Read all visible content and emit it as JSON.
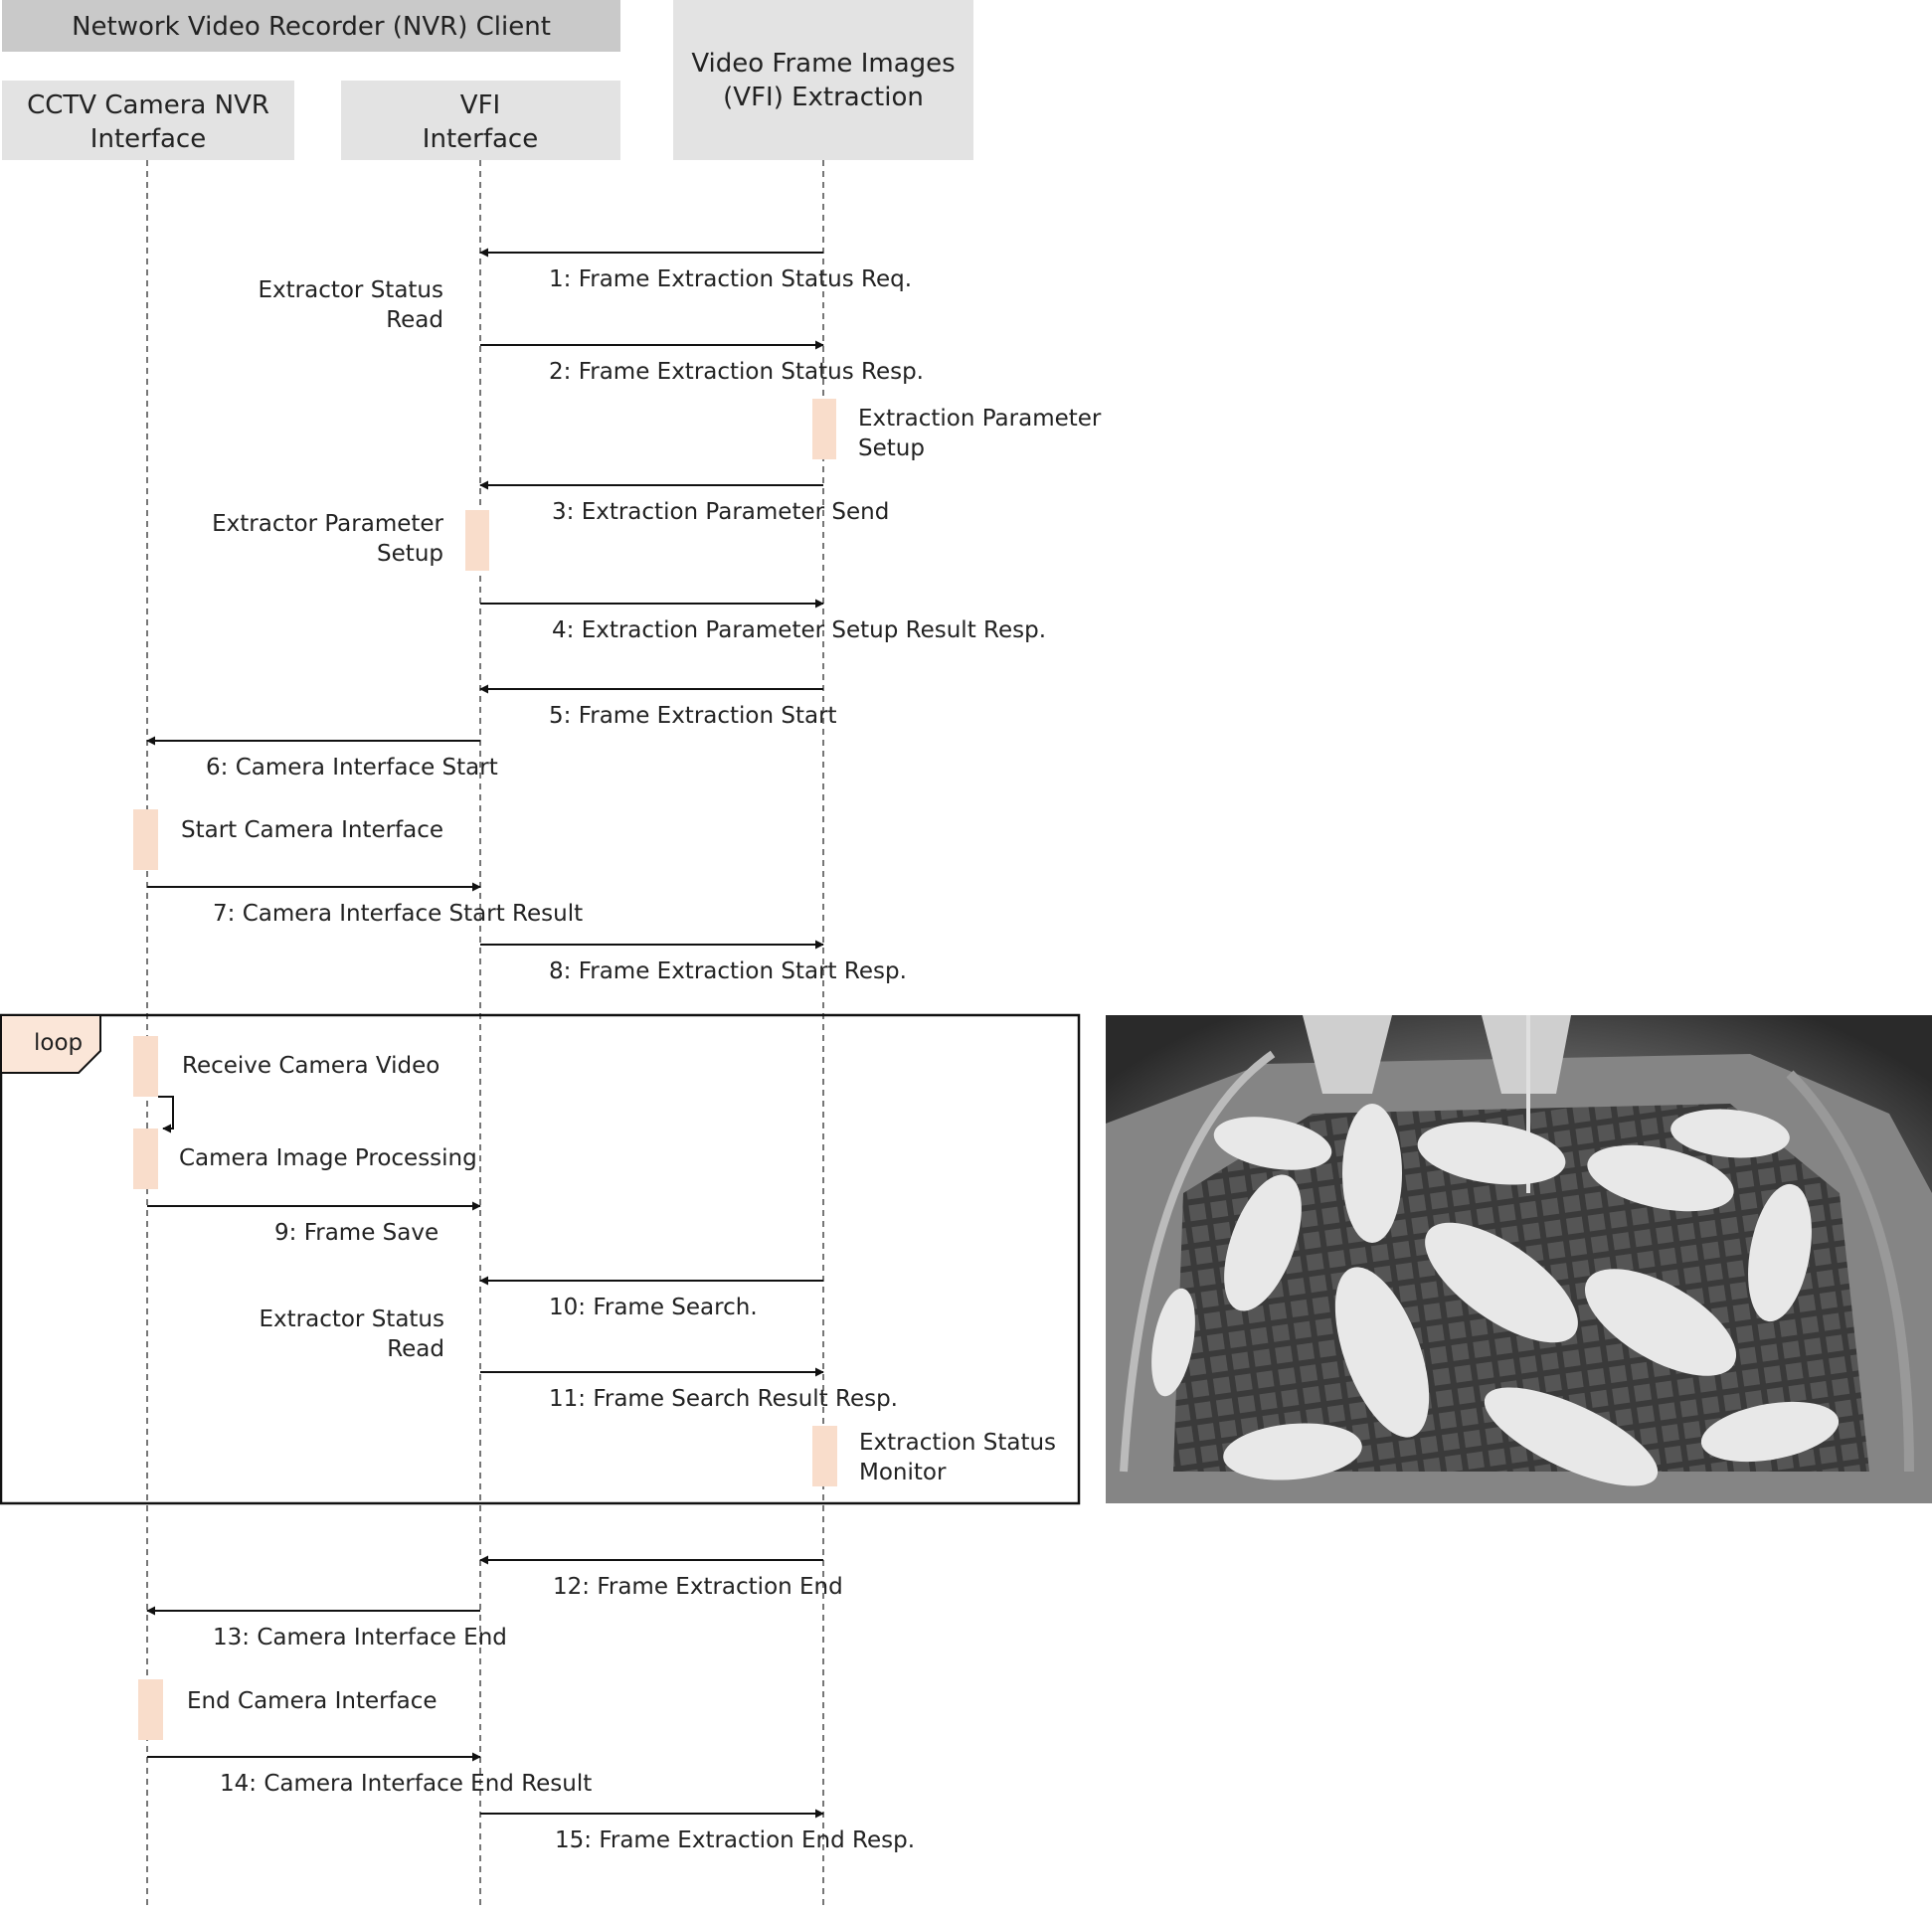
{
  "group_header": "Network Video Recorder (NVR) Client",
  "participants": [
    {
      "id": "cam",
      "lines": [
        "CCTV Camera NVR",
        "Interface"
      ]
    },
    {
      "id": "vfi",
      "lines": [
        "VFI",
        "Interface"
      ]
    },
    {
      "id": "ext",
      "lines": [
        "Video Frame Images",
        "(VFI) Extraction"
      ]
    }
  ],
  "messages": [
    {
      "from": "ext",
      "to": "vfi",
      "label": "1: Frame Extraction Status Req."
    },
    {
      "from": "vfi",
      "to": "ext",
      "label": "2: Frame Extraction Status Resp."
    },
    {
      "from": "ext",
      "to": "vfi",
      "label": "3: Extraction Parameter Send"
    },
    {
      "from": "vfi",
      "to": "ext",
      "label": "4: Extraction Parameter Setup Result Resp."
    },
    {
      "from": "ext",
      "to": "vfi",
      "label": "5: Frame Extraction Start"
    },
    {
      "from": "vfi",
      "to": "cam",
      "label": "6: Camera Interface Start"
    },
    {
      "from": "cam",
      "to": "vfi",
      "label": "7: Camera Interface Start Result"
    },
    {
      "from": "vfi",
      "to": "ext",
      "label": "8: Frame Extraction Start Resp."
    },
    {
      "from": "cam",
      "to": "vfi",
      "label": "9: Frame Save"
    },
    {
      "from": "ext",
      "to": "vfi",
      "label": "10: Frame Search."
    },
    {
      "from": "vfi",
      "to": "ext",
      "label": "11: Frame Search Result Resp."
    },
    {
      "from": "ext",
      "to": "vfi",
      "label": "12: Frame Extraction End"
    },
    {
      "from": "vfi",
      "to": "cam",
      "label": "13: Camera Interface End"
    },
    {
      "from": "cam",
      "to": "vfi",
      "label": "14: Camera Interface End Result"
    },
    {
      "from": "vfi",
      "to": "ext",
      "label": "15: Frame Extraction End Resp."
    }
  ],
  "notes": [
    {
      "lines": [
        "Extractor Status",
        "Read"
      ]
    },
    {
      "lines": [
        "Extraction Parameter",
        "Setup"
      ]
    },
    {
      "lines": [
        "Extractor Parameter",
        "Setup"
      ]
    },
    {
      "lines": [
        "Start Camera Interface"
      ]
    },
    {
      "lines": [
        "Receive Camera Video"
      ]
    },
    {
      "lines": [
        "Camera Image Processing"
      ]
    },
    {
      "lines": [
        "Extractor Status",
        "Read"
      ]
    },
    {
      "lines": [
        "Extraction Status",
        "Monitor"
      ]
    },
    {
      "lines": [
        "End Camera Interface"
      ]
    }
  ],
  "loop_label": "loop",
  "colors": {
    "activation": "#f9ddcb",
    "header_box": "#e3e3e3",
    "group_box": "#c9c9c9",
    "line": "#111111"
  },
  "photo_description_icon": "pig-pen-camera-photo"
}
